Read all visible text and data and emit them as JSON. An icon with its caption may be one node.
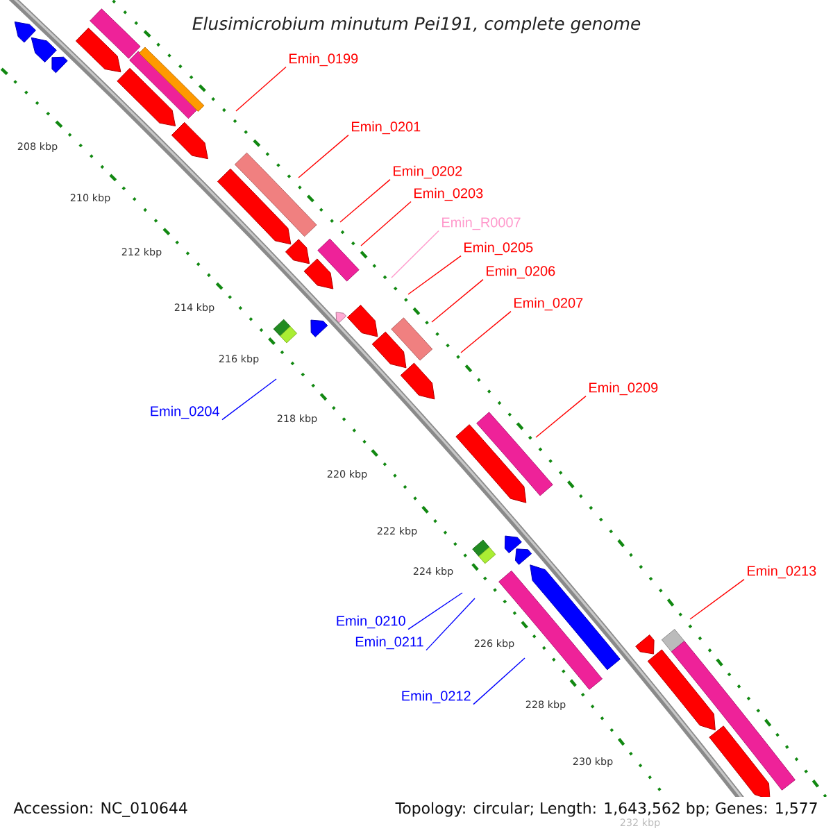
{
  "diagram": {
    "title": "Elusimicrobium minutum Pei191, complete genome",
    "nodes": [
      {
        "text": [
          "Emin_0199"
        ]
      },
      {
        "text": [
          "Emin_0201"
        ]
      },
      {
        "text": [
          "Emin_0202"
        ]
      },
      {
        "text": [
          "Emin_0203"
        ]
      },
      {
        "text": [
          "Emin_R0007"
        ]
      },
      {
        "text": [
          "Emin_0205"
        ]
      },
      {
        "text": [
          "Emin_0206"
        ]
      },
      {
        "text": [
          "Emin_0207"
        ]
      },
      {
        "text": [
          "Emin_0209"
        ]
      },
      {
        "text": [
          "Emin_0204"
        ]
      },
      {
        "text": [
          "Emin_0213"
        ]
      },
      {
        "text": [
          "Emin_0210"
        ]
      },
      {
        "text": [
          "Emin_0211"
        ]
      },
      {
        "text": [
          "Emin_0212"
        ]
      }
    ],
    "edges": [
      {
        "from": 0,
        "to": null,
        "arrow": "none"
      },
      {
        "from": 1,
        "to": null,
        "arrow": "none"
      },
      {
        "from": 2,
        "to": null,
        "arrow": "none"
      },
      {
        "from": 3,
        "to": null,
        "arrow": "none"
      },
      {
        "from": 4,
        "to": null,
        "arrow": "none",
        "color": "#ff99cc"
      },
      {
        "from": 5,
        "to": null,
        "arrow": "none"
      },
      {
        "from": 6,
        "to": null,
        "arrow": "none"
      },
      {
        "from": 7,
        "to": null,
        "arrow": "none"
      },
      {
        "from": 8,
        "to": null,
        "arrow": "none"
      },
      {
        "from": 9,
        "to": null,
        "arrow": "none",
        "color": "#0000ff"
      },
      {
        "from": 10,
        "to": null,
        "arrow": "none"
      },
      {
        "from": 11,
        "to": null,
        "arrow": "none",
        "color": "#0000ff"
      },
      {
        "from": 12,
        "to": null,
        "arrow": "none",
        "color": "#0000ff"
      },
      {
        "from": 13,
        "to": null,
        "arrow": "none",
        "color": "#0000ff"
      }
    ],
    "labels": [
      "208 kbp",
      "210 kbp",
      "212 kbp",
      "214 kbp",
      "216 kbp",
      "218 kbp",
      "220 kbp",
      "222 kbp",
      "224 kbp",
      "226 kbp",
      "228 kbp",
      "230 kbp",
      "232 kbp",
      "Accession: NC_010644",
      "Topology: circular; Length: 1,643,562 bp; Genes: 1,577"
    ]
  }
}
